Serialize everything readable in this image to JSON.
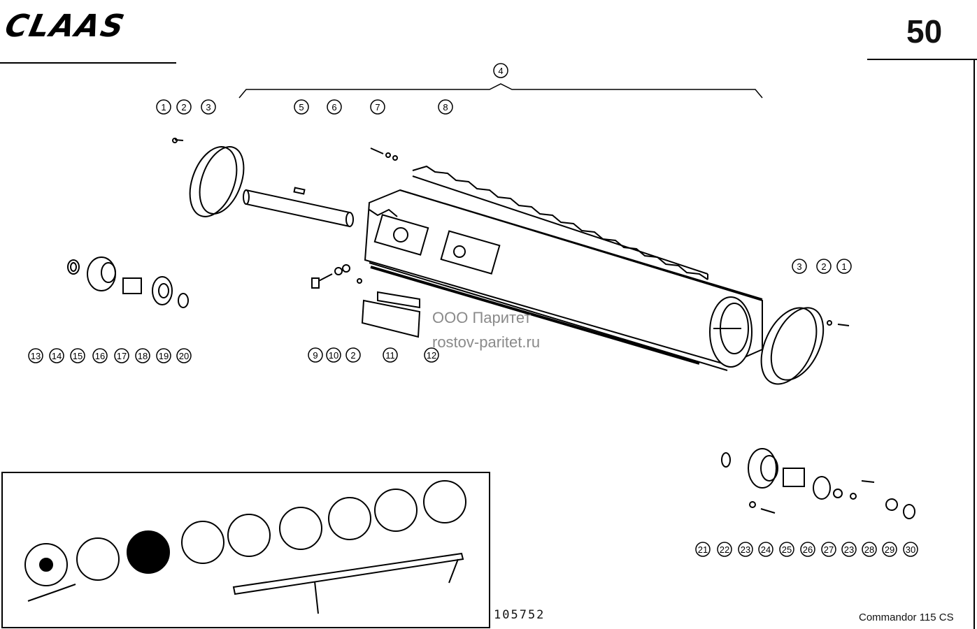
{
  "header": {
    "brand": "CLAAS",
    "page_number": "50"
  },
  "footer": {
    "drawing_number": "105752",
    "model": "Commandor 115 CS"
  },
  "watermark": {
    "line1": "ООО Паритет",
    "line2": "rostov-paritet.ru"
  },
  "callouts": {
    "top_group": "4",
    "left_ring": [
      "1",
      "2",
      "3"
    ],
    "shaft": [
      "5",
      "6"
    ],
    "rasp_bar": [
      "7",
      "8"
    ],
    "mid_bottom": [
      "9",
      "10",
      "2",
      "11",
      "12"
    ],
    "right_ring": [
      "3",
      "2",
      "1"
    ],
    "left_bearing": [
      "13",
      "14",
      "15",
      "16",
      "17",
      "18",
      "19",
      "20"
    ],
    "right_bearing": [
      "21",
      "22",
      "23",
      "24",
      "25",
      "26",
      "27",
      "23",
      "28",
      "29",
      "30"
    ]
  }
}
